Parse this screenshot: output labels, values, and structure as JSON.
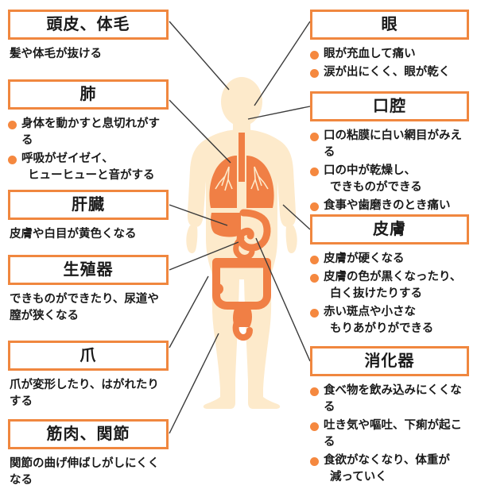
{
  "meta": {
    "title": "全身の症状図（身体の部位別）",
    "accent_color": "#f0873f",
    "bullet_color": "#f5883f",
    "body_fill": "#fdeacb",
    "organ_fill": "#f07f45",
    "line_color": "#3b3b3b",
    "text_color": "#1a1a1a"
  },
  "figure": {
    "name": "human-body-silhouette",
    "description": "正面向きの人体シルエット（内臓：気管、肺、肝臓、胃、大腸、生殖器）"
  },
  "left_panels": [
    {
      "id": "scalp-hair",
      "title": "頭皮、体毛",
      "style": "plain",
      "lines": [
        "髪や体毛が抜ける"
      ]
    },
    {
      "id": "lungs",
      "title": "肺",
      "style": "bullets",
      "bullets": [
        {
          "text": "身体を動かすと息切れがする",
          "cont": []
        },
        {
          "text": "呼吸がゼイゼイ、",
          "cont": [
            "ヒューヒューと音がする"
          ]
        }
      ]
    },
    {
      "id": "liver",
      "title": "肝臓",
      "style": "plain",
      "lines": [
        "皮膚や白目が黄色くなる"
      ]
    },
    {
      "id": "genitals",
      "title": "生殖器",
      "style": "plain",
      "lines": [
        "できものができたり、尿道や",
        "膣が狭くなる"
      ]
    },
    {
      "id": "nails",
      "title": "爪",
      "style": "plain",
      "lines": [
        "爪が変形したり、はがれたりする"
      ]
    },
    {
      "id": "muscle-joint",
      "title": "筋肉、関節",
      "style": "plain",
      "lines": [
        "関節の曲げ伸ばしがしにくくなる"
      ]
    }
  ],
  "right_panels": [
    {
      "id": "eyes",
      "title": "眼",
      "style": "bullets",
      "bullets": [
        {
          "text": "眼が充血して痛い",
          "cont": []
        },
        {
          "text": "涙が出にくく、眼が乾く",
          "cont": []
        }
      ]
    },
    {
      "id": "oral-cavity",
      "title": "口腔",
      "style": "bullets",
      "bullets": [
        {
          "text": "口の粘膜に白い網目がみえる",
          "cont": []
        },
        {
          "text": "口の中が乾燥し、",
          "cont": [
            "できものができる"
          ]
        },
        {
          "text": "食事や歯磨きのとき痛い",
          "cont": []
        }
      ]
    },
    {
      "id": "skin",
      "title": "皮膚",
      "style": "bullets",
      "bullets": [
        {
          "text": "皮膚が硬くなる",
          "cont": []
        },
        {
          "text": "皮膚の色が黒くなったり、",
          "cont": [
            "白く抜けたりする"
          ]
        },
        {
          "text": "赤い斑点や小さな",
          "cont": [
            "もりあがりができる"
          ]
        }
      ]
    },
    {
      "id": "digestive",
      "title": "消化器",
      "style": "bullets",
      "bullets": [
        {
          "text": "食べ物を飲み込みにくくなる",
          "cont": []
        },
        {
          "text": "吐き気や嘔吐、下痢が起こる",
          "cont": []
        },
        {
          "text": "食欲がなくなり、体重が",
          "cont": [
            "減っていく"
          ]
        }
      ]
    }
  ]
}
